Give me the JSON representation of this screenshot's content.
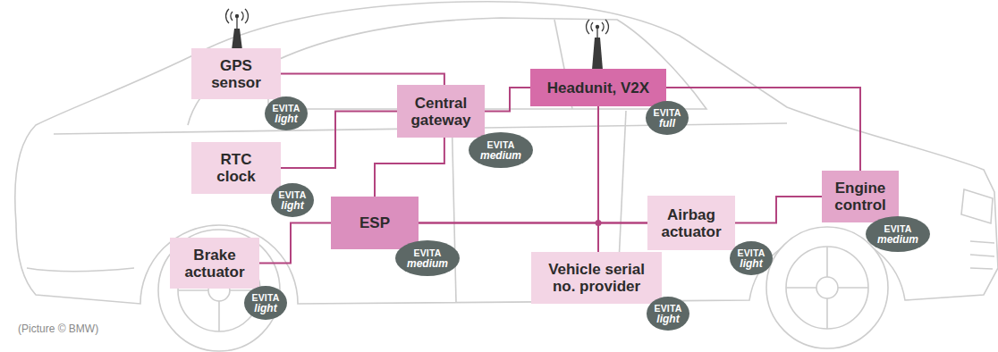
{
  "diagram": {
    "nodes": [
      {
        "text": [
          "GPS sensor"
        ]
      },
      {
        "text": [
          "EVITA",
          "light"
        ]
      },
      {
        "text": [
          "Headunit, V2X"
        ]
      },
      {
        "text": [
          "EVITA",
          "full"
        ]
      },
      {
        "text": [
          "Central gateway"
        ]
      },
      {
        "text": [
          "EVITA",
          "medium"
        ]
      },
      {
        "text": [
          "RTC clock"
        ]
      },
      {
        "text": [
          "EVITA",
          "light"
        ]
      },
      {
        "text": [
          "ESP"
        ]
      },
      {
        "text": [
          "EVITA",
          "medium"
        ]
      },
      {
        "text": [
          "Airbag actuator"
        ]
      },
      {
        "text": [
          "EVITA",
          "light"
        ]
      },
      {
        "text": [
          "Engine control"
        ]
      },
      {
        "text": [
          "EVITA",
          "medium"
        ]
      },
      {
        "text": [
          "Brake actuator"
        ]
      },
      {
        "text": [
          "EVITA",
          "light"
        ]
      },
      {
        "text": [
          "Vehicle serial no. provider"
        ]
      },
      {
        "text": [
          "EVITA",
          "light"
        ]
      }
    ],
    "edges": [
      {
        "from": 0,
        "to": 4,
        "arrow": "none"
      },
      {
        "from": 6,
        "to": 4,
        "arrow": "none"
      },
      {
        "from": 8,
        "to": 4,
        "arrow": "none"
      },
      {
        "from": 4,
        "to": 2,
        "arrow": "none"
      },
      {
        "from": 2,
        "to": 12,
        "arrow": "none"
      },
      {
        "from": 2,
        "to": 16,
        "arrow": "none"
      },
      {
        "from": 8,
        "to": 10,
        "arrow": "none"
      },
      {
        "from": 2,
        "to": 8,
        "arrow": "none"
      },
      {
        "from": 2,
        "to": 10,
        "arrow": "none"
      },
      {
        "from": 10,
        "to": 12,
        "arrow": "none"
      },
      {
        "from": 8,
        "to": 14,
        "arrow": "none"
      }
    ],
    "labels": [
      "(Picture © BMW)"
    ]
  }
}
